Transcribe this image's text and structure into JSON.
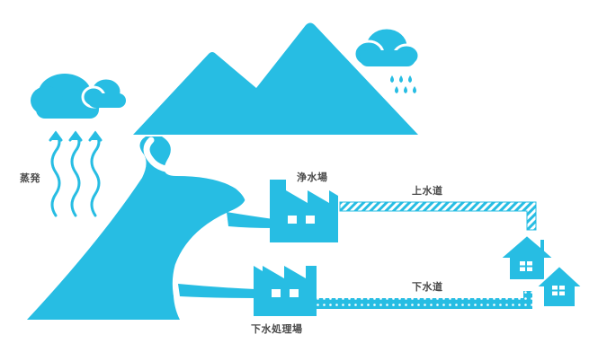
{
  "labels": {
    "evaporation": "蒸発",
    "purification_plant": "浄水場",
    "water_supply": "上水道",
    "sewerage": "下水道",
    "sewage_treatment_plant": "下水処理場"
  },
  "colors": {
    "primary": "#27bde3",
    "background": "#ffffff",
    "label_text": "#4a4a4a"
  },
  "icons": [
    "cloud-icon",
    "rain-cloud-icon",
    "evaporation-arrow-icon",
    "factory-icon",
    "house-icon"
  ]
}
